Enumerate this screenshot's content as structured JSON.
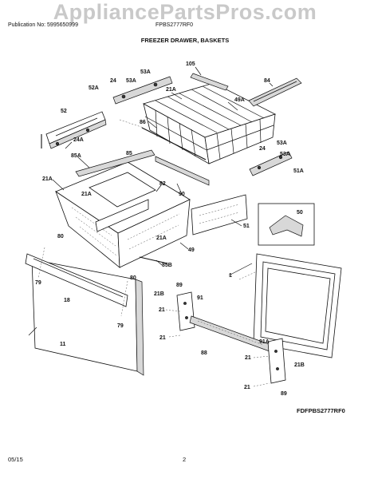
{
  "watermark": "AppliancePartsPros.com",
  "header": {
    "publication": "Publication No: 5995650999",
    "model": "FPBS2777RF0",
    "section_title": "FREEZER DRAWER, BASKETS"
  },
  "footer": {
    "date": "05/15",
    "page": "2",
    "diagram_code": "FDFPBS2777RF0"
  },
  "callouts": [
    {
      "id": "c105",
      "text": "105"
    },
    {
      "id": "c84",
      "text": "84"
    },
    {
      "id": "c53a_1",
      "text": "53A"
    },
    {
      "id": "c24_1",
      "text": "24"
    },
    {
      "id": "c53a_2",
      "text": "53A"
    },
    {
      "id": "c52a",
      "text": "52A"
    },
    {
      "id": "c21a_1",
      "text": "21A"
    },
    {
      "id": "c49a",
      "text": "49A"
    },
    {
      "id": "c52",
      "text": "52"
    },
    {
      "id": "c86",
      "text": "86"
    },
    {
      "id": "c24a",
      "text": "24A"
    },
    {
      "id": "c53a_3",
      "text": "53A"
    },
    {
      "id": "c24_2",
      "text": "24"
    },
    {
      "id": "c53a_4",
      "text": "53A"
    },
    {
      "id": "c85a",
      "text": "85A"
    },
    {
      "id": "c85",
      "text": "85"
    },
    {
      "id": "c51a",
      "text": "51A"
    },
    {
      "id": "c21a_2",
      "text": "21A"
    },
    {
      "id": "c21a_3",
      "text": "21A"
    },
    {
      "id": "c82",
      "text": "82"
    },
    {
      "id": "c90",
      "text": "90"
    },
    {
      "id": "c50",
      "text": "50"
    },
    {
      "id": "c51",
      "text": "51"
    },
    {
      "id": "c80_1",
      "text": "80"
    },
    {
      "id": "c21a_4",
      "text": "21A"
    },
    {
      "id": "c49",
      "text": "49"
    },
    {
      "id": "c85b",
      "text": "85B"
    },
    {
      "id": "c79_1",
      "text": "79"
    },
    {
      "id": "c80_2",
      "text": "80"
    },
    {
      "id": "c1",
      "text": "1"
    },
    {
      "id": "c18",
      "text": "18"
    },
    {
      "id": "c89_1",
      "text": "89"
    },
    {
      "id": "c21b_1",
      "text": "21B"
    },
    {
      "id": "c91",
      "text": "91"
    },
    {
      "id": "c21_1",
      "text": "21"
    },
    {
      "id": "c79_2",
      "text": "79"
    },
    {
      "id": "c11",
      "text": "11"
    },
    {
      "id": "c21_2",
      "text": "21"
    },
    {
      "id": "c88",
      "text": "88"
    },
    {
      "id": "c91a",
      "text": "91A"
    },
    {
      "id": "c21_3",
      "text": "21"
    },
    {
      "id": "c21b_2",
      "text": "21B"
    },
    {
      "id": "c21_4",
      "text": "21"
    },
    {
      "id": "c89_2",
      "text": "89"
    }
  ]
}
